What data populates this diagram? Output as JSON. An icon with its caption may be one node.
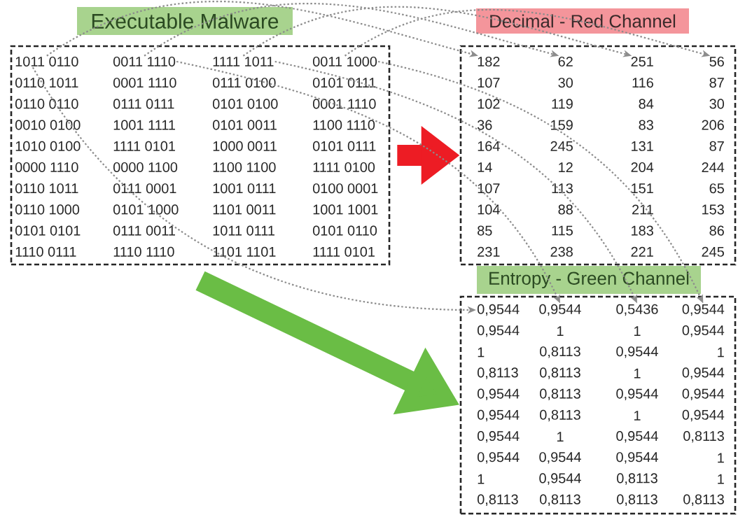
{
  "diagram": {
    "nodes": [
      {
        "text": [
          "Executable Malware"
        ]
      },
      {
        "text": [
          "1011 0110"
        ],
        "in": 0
      },
      {
        "text": [
          "0011 1110"
        ],
        "in": 0
      },
      {
        "text": [
          "1111 1011"
        ],
        "in": 0
      },
      {
        "text": [
          "0011 1000"
        ],
        "in": 0
      },
      {
        "text": [
          "0110 1011"
        ],
        "in": 0
      },
      {
        "text": [
          "0001 1110"
        ],
        "in": 0
      },
      {
        "text": [
          "0111 0100"
        ],
        "in": 0
      },
      {
        "text": [
          "0101 0111"
        ],
        "in": 0
      },
      {
        "text": [
          "0110 0110"
        ],
        "in": 0
      },
      {
        "text": [
          "0111 0111"
        ],
        "in": 0
      },
      {
        "text": [
          "0101 0100"
        ],
        "in": 0
      },
      {
        "text": [
          "0001 1110"
        ],
        "in": 0
      },
      {
        "text": [
          "0010 0100"
        ],
        "in": 0
      },
      {
        "text": [
          "1001 1111"
        ],
        "in": 0
      },
      {
        "text": [
          "0101 0011"
        ],
        "in": 0
      },
      {
        "text": [
          "1100 1110"
        ],
        "in": 0
      },
      {
        "text": [
          "1010 0100"
        ],
        "in": 0
      },
      {
        "text": [
          "1111 0101"
        ],
        "in": 0
      },
      {
        "text": [
          "1000 0011"
        ],
        "in": 0
      },
      {
        "text": [
          "0101 0111"
        ],
        "in": 0
      },
      {
        "text": [
          "0000 1110"
        ],
        "in": 0
      },
      {
        "text": [
          "0000 1100"
        ],
        "in": 0
      },
      {
        "text": [
          "1100 1100"
        ],
        "in": 0
      },
      {
        "text": [
          "1111 0100"
        ],
        "in": 0
      },
      {
        "text": [
          "0110 1011"
        ],
        "in": 0
      },
      {
        "text": [
          "0111 0001"
        ],
        "in": 0
      },
      {
        "text": [
          "1001 0111"
        ],
        "in": 0
      },
      {
        "text": [
          "0100 0001"
        ],
        "in": 0
      },
      {
        "text": [
          "0110 1000"
        ],
        "in": 0
      },
      {
        "text": [
          "0101 1000"
        ],
        "in": 0
      },
      {
        "text": [
          "1101 0011"
        ],
        "in": 0
      },
      {
        "text": [
          "1001 1001"
        ],
        "in": 0
      },
      {
        "text": [
          "0101 0101"
        ],
        "in": 0
      },
      {
        "text": [
          "0111 0011"
        ],
        "in": 0
      },
      {
        "text": [
          "1011 0111"
        ],
        "in": 0
      },
      {
        "text": [
          "0101 0110"
        ],
        "in": 0
      },
      {
        "text": [
          "1110 0111"
        ],
        "in": 0
      },
      {
        "text": [
          "1110 1110"
        ],
        "in": 0
      },
      {
        "text": [
          "1101 1101"
        ],
        "in": 0
      },
      {
        "text": [
          "1111 0101"
        ],
        "in": 0
      },
      {
        "text": [
          "Decimal - Red Channel"
        ]
      },
      {
        "text": [
          "182"
        ],
        "in": 41
      },
      {
        "text": [
          "62"
        ],
        "in": 41
      },
      {
        "text": [
          "251"
        ],
        "in": 41
      },
      {
        "text": [
          "56"
        ],
        "in": 41
      },
      {
        "text": [
          "107"
        ],
        "in": 41
      },
      {
        "text": [
          "30"
        ],
        "in": 41
      },
      {
        "text": [
          "116"
        ],
        "in": 41
      },
      {
        "text": [
          "87"
        ],
        "in": 41
      },
      {
        "text": [
          "102"
        ],
        "in": 41
      },
      {
        "text": [
          "119"
        ],
        "in": 41
      },
      {
        "text": [
          "84"
        ],
        "in": 41
      },
      {
        "text": [
          "30"
        ],
        "in": 41
      },
      {
        "text": [
          "36"
        ],
        "in": 41
      },
      {
        "text": [
          "159"
        ],
        "in": 41
      },
      {
        "text": [
          "83"
        ],
        "in": 41
      },
      {
        "text": [
          "206"
        ],
        "in": 41
      },
      {
        "text": [
          "164"
        ],
        "in": 41
      },
      {
        "text": [
          "245"
        ],
        "in": 41
      },
      {
        "text": [
          "131"
        ],
        "in": 41
      },
      {
        "text": [
          "87"
        ],
        "in": 41
      },
      {
        "text": [
          "14"
        ],
        "in": 41
      },
      {
        "text": [
          "12"
        ],
        "in": 41
      },
      {
        "text": [
          "204"
        ],
        "in": 41
      },
      {
        "text": [
          "244"
        ],
        "in": 41
      },
      {
        "text": [
          "107"
        ],
        "in": 41
      },
      {
        "text": [
          "113"
        ],
        "in": 41
      },
      {
        "text": [
          "151"
        ],
        "in": 41
      },
      {
        "text": [
          "65"
        ],
        "in": 41
      },
      {
        "text": [
          "104"
        ],
        "in": 41
      },
      {
        "text": [
          "88"
        ],
        "in": 41
      },
      {
        "text": [
          "211"
        ],
        "in": 41
      },
      {
        "text": [
          "153"
        ],
        "in": 41
      },
      {
        "text": [
          "85"
        ],
        "in": 41
      },
      {
        "text": [
          "115"
        ],
        "in": 41
      },
      {
        "text": [
          "183"
        ],
        "in": 41
      },
      {
        "text": [
          "86"
        ],
        "in": 41
      },
      {
        "text": [
          "231"
        ],
        "in": 41
      },
      {
        "text": [
          "238"
        ],
        "in": 41
      },
      {
        "text": [
          "221"
        ],
        "in": 41
      },
      {
        "text": [
          "245"
        ],
        "in": 41
      },
      {
        "text": [
          "Entropy - Green Channel"
        ]
      },
      {
        "text": [
          "0,9544"
        ],
        "in": 82
      },
      {
        "text": [
          "0,9544"
        ],
        "in": 82
      },
      {
        "text": [
          "0,5436"
        ],
        "in": 82
      },
      {
        "text": [
          "0,9544"
        ],
        "in": 82
      },
      {
        "text": [
          "0,9544"
        ],
        "in": 82
      },
      {
        "text": [
          "1"
        ],
        "in": 82
      },
      {
        "text": [
          "1"
        ],
        "in": 82
      },
      {
        "text": [
          "0,9544"
        ],
        "in": 82
      },
      {
        "text": [
          "1"
        ],
        "in": 82
      },
      {
        "text": [
          "0,8113"
        ],
        "in": 82
      },
      {
        "text": [
          "0,9544"
        ],
        "in": 82
      },
      {
        "text": [
          "1"
        ],
        "in": 82
      },
      {
        "text": [
          "0,8113"
        ],
        "in": 82
      },
      {
        "text": [
          "0,8113"
        ],
        "in": 82
      },
      {
        "text": [
          "1"
        ],
        "in": 82
      },
      {
        "text": [
          "0,9544"
        ],
        "in": 82
      },
      {
        "text": [
          "0,9544"
        ],
        "in": 82
      },
      {
        "text": [
          "0,8113"
        ],
        "in": 82
      },
      {
        "text": [
          "0,9544"
        ],
        "in": 82
      },
      {
        "text": [
          "0,9544"
        ],
        "in": 82
      },
      {
        "text": [
          "0,9544"
        ],
        "in": 82
      },
      {
        "text": [
          "0,8113"
        ],
        "in": 82
      },
      {
        "text": [
          "1"
        ],
        "in": 82
      },
      {
        "text": [
          "0,9544"
        ],
        "in": 82
      },
      {
        "text": [
          "0,9544"
        ],
        "in": 82
      },
      {
        "text": [
          "1"
        ],
        "in": 82
      },
      {
        "text": [
          "0,9544"
        ],
        "in": 82
      },
      {
        "text": [
          "0,8113"
        ],
        "in": 82
      },
      {
        "text": [
          "0,9544"
        ],
        "in": 82
      },
      {
        "text": [
          "0,9544"
        ],
        "in": 82
      },
      {
        "text": [
          "0,9544"
        ],
        "in": 82
      },
      {
        "text": [
          "1"
        ],
        "in": 82
      },
      {
        "text": [
          "1"
        ],
        "in": 82
      },
      {
        "text": [
          "0,9544"
        ],
        "in": 82
      },
      {
        "text": [
          "0,8113"
        ],
        "in": 82
      },
      {
        "text": [
          "1"
        ],
        "in": 82
      },
      {
        "text": [
          "0,8113"
        ],
        "in": 82
      },
      {
        "text": [
          "0,8113"
        ],
        "in": 82
      },
      {
        "text": [
          "0,8113"
        ],
        "in": 82
      },
      {
        "text": [
          "0,8113"
        ],
        "in": 82
      }
    ],
    "edges": [
      {
        "from": 0,
        "to": 41,
        "arrow": "to",
        "style": "thick",
        "color": "#ed1c24"
      },
      {
        "from": 0,
        "to": 82,
        "arrow": "to",
        "style": "thick",
        "color": "#6abd45"
      },
      {
        "from": 1,
        "to": 42,
        "arrow": "to",
        "style": "dashed"
      },
      {
        "from": 2,
        "to": 43,
        "arrow": "to",
        "style": "dashed"
      },
      {
        "from": 3,
        "to": 44,
        "arrow": "to",
        "style": "dashed"
      },
      {
        "from": 4,
        "to": 45,
        "arrow": "to",
        "style": "dashed"
      },
      {
        "from": 1,
        "to": 83,
        "arrow": "to",
        "style": "dashed"
      },
      {
        "from": 2,
        "to": 84,
        "arrow": "to",
        "style": "dashed"
      },
      {
        "from": 3,
        "to": 85,
        "arrow": "to",
        "style": "dashed"
      },
      {
        "from": 4,
        "to": 86,
        "arrow": "to",
        "style": "dashed"
      }
    ]
  }
}
